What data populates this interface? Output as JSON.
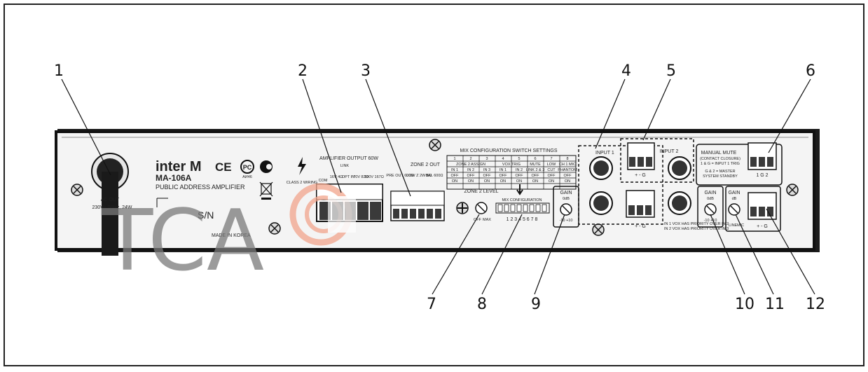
{
  "brand": {
    "logo": "inter M",
    "model": "MA-106A",
    "subtitle": "PUBLIC ADDRESS AMPLIFIER",
    "made_in": "MADE IN KOREA",
    "serial": "S/N",
    "cert_ce": "CE",
    "cert_pc": "PC",
    "cert_pc_sub": "AИ46",
    "class2": "CLASS 2 WIRING"
  },
  "ac": {
    "line1": "AC OUT",
    "line2": "230V~ 50Hz, 24W"
  },
  "amp_output": {
    "title": "AMPLIFIER OUTPUT 60W",
    "link": "LINK",
    "cols": [
      "COM",
      "16V 4Ω",
      "OPT IN",
      "70V 82Ω",
      "100V 167Ω"
    ]
  },
  "zone2": {
    "title": "ZONE 2 OUT",
    "pre_out": "PRE OUT 600Ω",
    "low_z": "LOW Z 2W 8Ω",
    "bal": "BAL 600Ω",
    "level_title": "ZONE 2 LEVEL",
    "level_min": "OFF",
    "level_max": "MAX"
  },
  "mix": {
    "title": "MIX CONFIGURATION SWITCH SETTINGS",
    "numbers": [
      "1",
      "2",
      "3",
      "4",
      "5",
      "6",
      "7",
      "8"
    ],
    "groups": [
      "ZONE 2 ASSIGN",
      "VOX TRIG",
      "MUTE",
      "LOW",
      "CH 1 MIC"
    ],
    "row2": [
      "IN 1",
      "IN 2",
      "IN 3",
      "IN 1",
      "IN 2",
      "LINK 2 & 3",
      "CUT",
      "PHANTOM"
    ],
    "off": "OFF",
    "on": "ON",
    "switch_label": "MIX CONFIGURATION",
    "switch_numbers": "1 2 3 4 5 6 7 8"
  },
  "gain": {
    "title": "GAIN",
    "db": "0dB",
    "range": "-10 +10",
    "db2": "dB",
    "line": "LINE",
    "mic": "MIC"
  },
  "inputs": {
    "input1": "INPUT 1",
    "input2": "INPUT 2",
    "terminals": "+ - G"
  },
  "manual_mute": {
    "title": "MANUAL MUTE",
    "sub": "(CONTACT CLOSURE)",
    "l1": "1 & G = INPUT 1 TRIG",
    "l2": "G & 2 = MASTER",
    "l3": "SYSTEM STANDBY",
    "terms": "1 G 2"
  },
  "vox_note": "IN 1 VOX HAS PRIORITY OVER IN 2",
  "vox_note2": "IN 2 VOX HAS PRIORITY OVER IN 3",
  "watermark": "TCA",
  "callouts": [
    "1",
    "2",
    "3",
    "4",
    "5",
    "6",
    "7",
    "8",
    "9",
    "10",
    "11",
    "12"
  ]
}
